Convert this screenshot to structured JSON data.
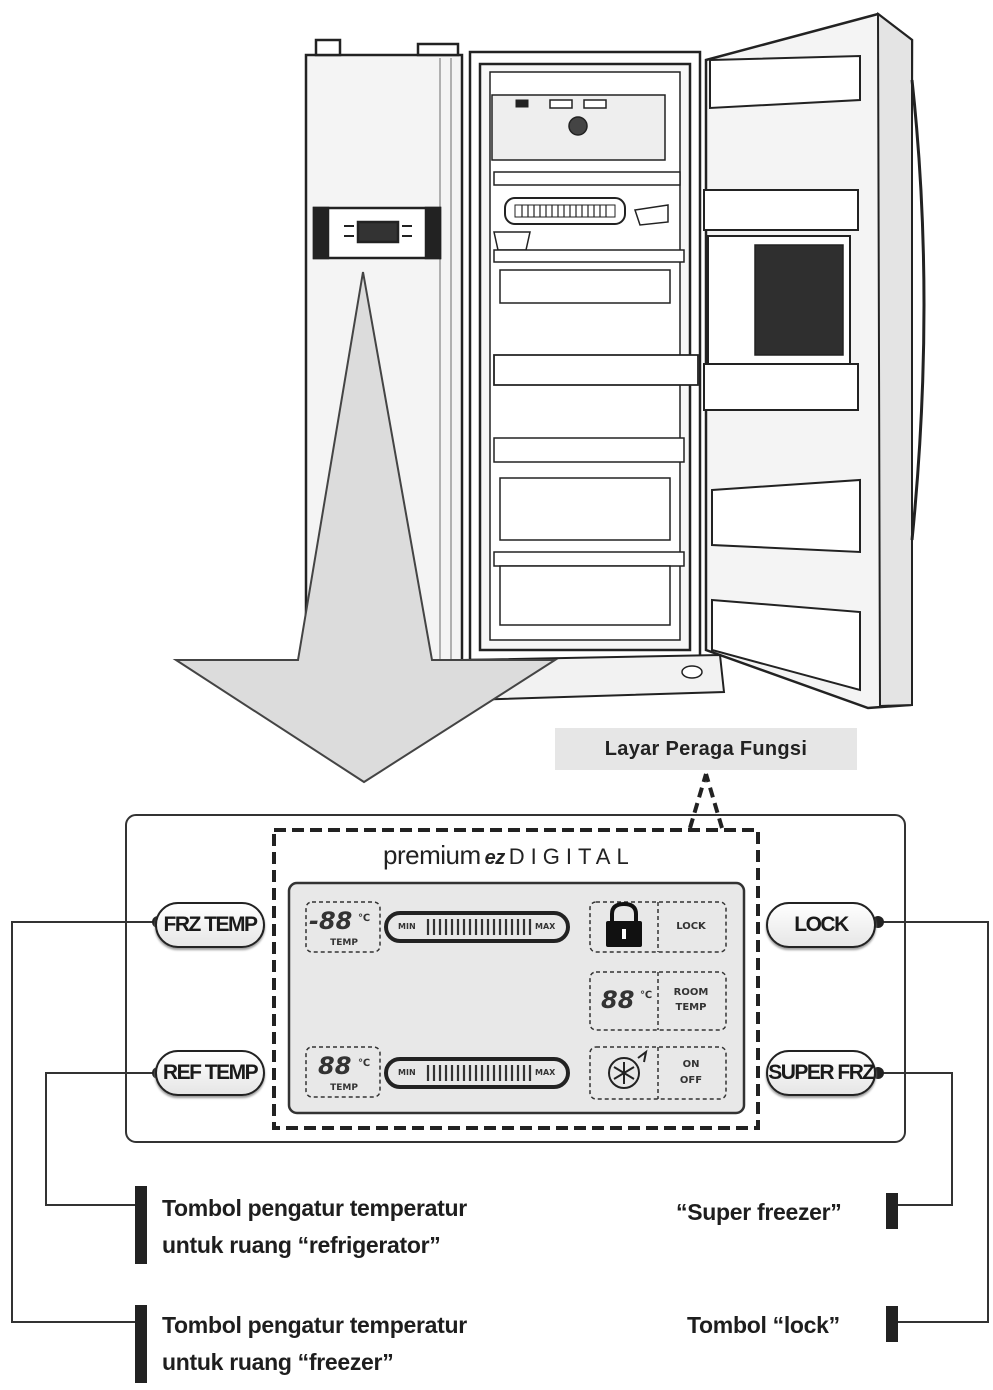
{
  "callout": "Layar Peraga Fungsi",
  "brand": {
    "prefix": "premium",
    "ez": "ez",
    "digital": "DIGITAL"
  },
  "buttons": {
    "frz_temp": "FRZ TEMP",
    "ref_temp": "REF TEMP",
    "lock": "LOCK",
    "super_frz": "SUPER FRZ"
  },
  "display": {
    "frz_temp_value": "-88",
    "ref_temp_value": "88",
    "room_temp_value": "88",
    "unit": "℃",
    "temp_label": "TEMP",
    "min_label": "MIN",
    "max_label": "MAX",
    "lock_label": "LOCK",
    "room_label_1": "ROOM",
    "room_label_2": "TEMP",
    "on_label": "ON",
    "off_label": "OFF"
  },
  "labels": {
    "ref_line1": "Tombol pengatur temperatur",
    "ref_line2": "untuk ruang “refrigerator”",
    "frz_line1": "Tombol pengatur temperatur",
    "frz_line2": "untuk ruang “freezer”",
    "super_freezer": "“Super freezer”",
    "lock": "Tombol “lock”"
  },
  "icons": [
    "padlock-icon",
    "snowflake-icon",
    "down-arrow-icon"
  ]
}
